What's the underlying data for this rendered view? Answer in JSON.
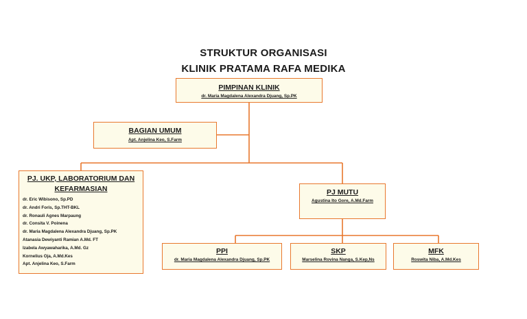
{
  "title": {
    "line1": "STRUKTUR ORGANISASI",
    "line2": "KLINIK PRATAMA RAFA MEDIKA"
  },
  "pimpinan": {
    "title": "PIMPINAN KLINIK",
    "name": "dr. Maria Magdalena Alexandra Djuang, Sp.PK"
  },
  "bagian_umum": {
    "title": "BAGIAN UMUM",
    "name": "Apt. Anjelina Keo, S.Farm"
  },
  "pj_ukp": {
    "title_line1": "PJ. UKP, LABORATORIUM DAN",
    "title_line2": "KEFARMASIAN",
    "members": [
      "dr. Eric Wibisono, Sp.PD",
      "dr. Andri Foris, Sp.THT-BKL",
      "dr. Ronauli Agnes Marpaung",
      "dr. Consita V. Poinena",
      "dr. Maria Magdalena Alexandra Djuang, Sp.PK",
      "Atanasia Dewiyanti Ramian A.Md. FT",
      "Izabela Awyawaharika, A.Md. Gz",
      "Kornelius Oja, A.Md.Kes",
      "Apt. Anjelina Keo, S.Farm"
    ]
  },
  "pj_mutu": {
    "title": "PJ MUTU",
    "name": "Agustina Ito Gore, A.Md.Farm"
  },
  "ppi": {
    "title": "PPI",
    "name": "dr. Maria Magdalena Alexandra Djuang, Sp.PK"
  },
  "skp": {
    "title": "SKP",
    "name": "Marselina Rovina Nanga, S.Kep,Ns"
  },
  "mfk": {
    "title": "MFK",
    "name": "Roswita Niba, A.Md.Kes"
  },
  "colors": {
    "border": "#e8762b",
    "line": "#e8762b",
    "box_fill": "#fdfbe9"
  }
}
